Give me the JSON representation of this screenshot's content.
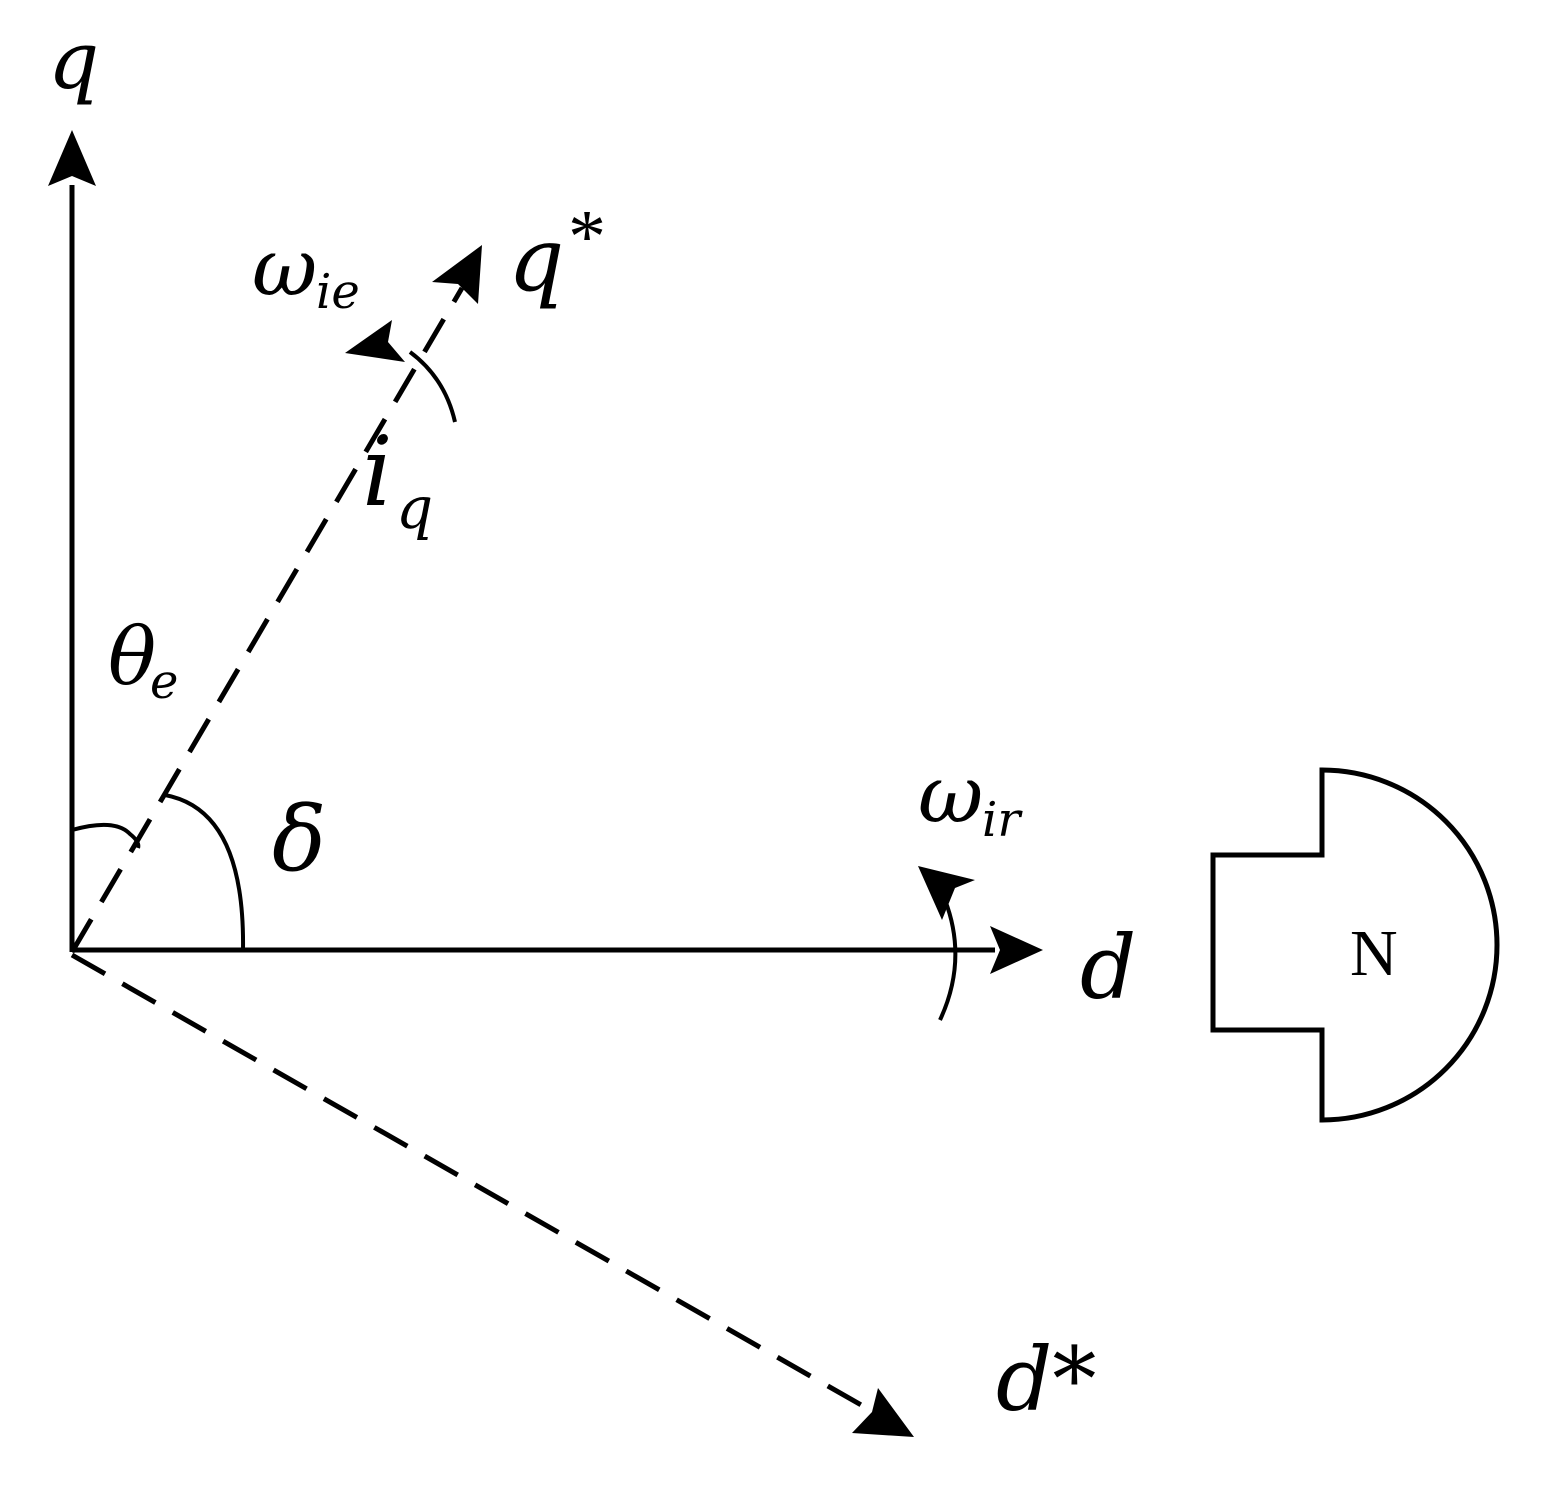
{
  "labels": {
    "q_axis": "q",
    "d_axis": "d",
    "q_star": "q",
    "q_star_mark": "*",
    "d_star": "d*",
    "omega_ie": {
      "main": "ω",
      "sub": "ie"
    },
    "omega_ir": {
      "main": "ω",
      "sub": "ir"
    },
    "i_q": {
      "main": "i",
      "sub": "q"
    },
    "theta_e": {
      "main": "θ",
      "sub": "e"
    },
    "delta": "δ",
    "magnet_pole": "N"
  },
  "colors": {
    "stroke": "#000000",
    "background": "#ffffff"
  }
}
